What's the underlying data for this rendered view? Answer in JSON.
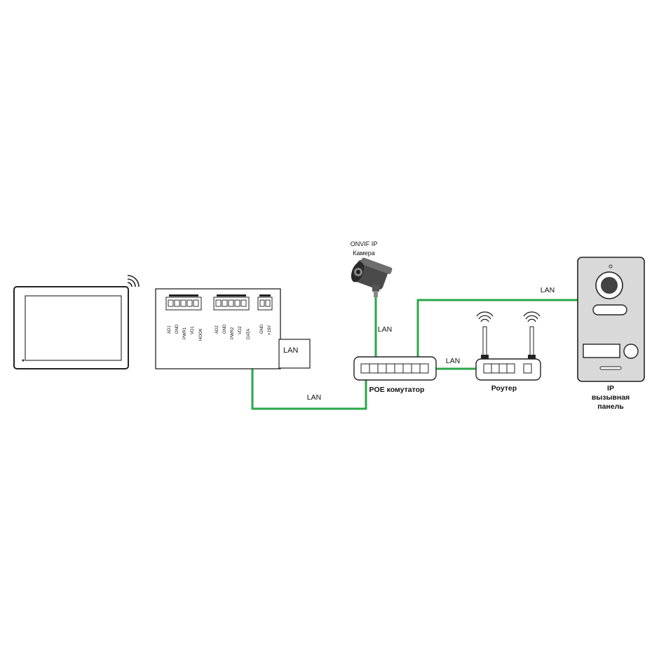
{
  "colors": {
    "cable": "#2aa84a",
    "outline": "#222222",
    "panel_body": "#d9d9d9"
  },
  "icons": [
    "wifi-icon",
    "camera-icon",
    "antenna-icon"
  ],
  "labels": {
    "lan_panel_box": "LAN",
    "lan_monitor_cable": "LAN",
    "lan_camera": "LAN",
    "lan_router": "LAN",
    "lan_panel": "LAN",
    "camera_line1": "ONVIF IP",
    "camera_line2": "Камера",
    "switch": "POE комутатор",
    "router": "Роутер",
    "panel_line1": "IP",
    "panel_line2": "вызывная",
    "panel_line3": "панель"
  },
  "connector_block": {
    "group1": [
      "AD1",
      "GND",
      "PWR1",
      "VD1",
      "HOOK"
    ],
    "group2": [
      "AD2",
      "GND",
      "PWR2",
      "VD2",
      "DATA"
    ],
    "group3": [
      "GND",
      "+15V"
    ]
  }
}
